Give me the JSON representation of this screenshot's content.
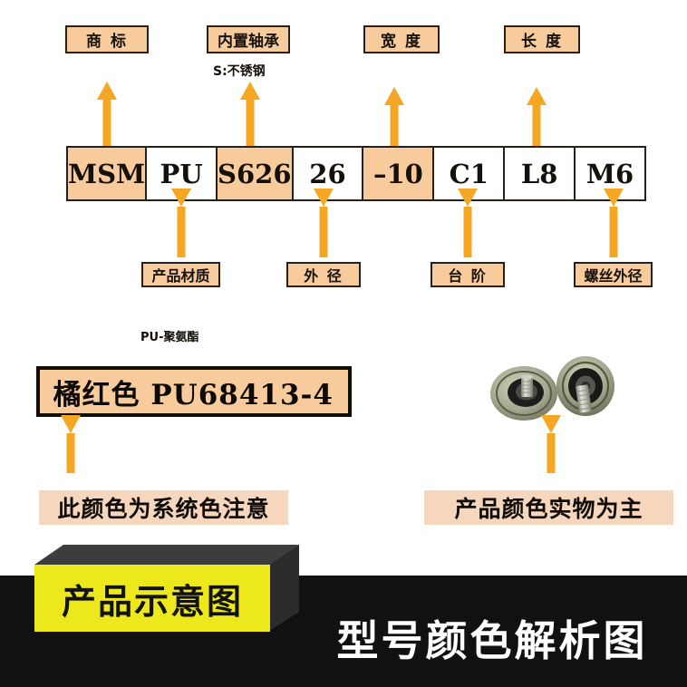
{
  "diagram": {
    "title": "型号颜色解析图",
    "accent_orange": "#f5a623",
    "box_fill": "#f8cb9c",
    "peach_fill": "#f6d6bd",
    "yellow_fill": "#ece81b",
    "banner_bg": "#111111"
  },
  "top_labels": [
    {
      "label": "商 标",
      "note": ""
    },
    {
      "label": "内置轴承",
      "note": "S:不锈钢"
    },
    {
      "label": "宽 度",
      "note": ""
    },
    {
      "label": "长 度",
      "note": ""
    }
  ],
  "code_cells": [
    {
      "text": "MSM",
      "highlighted": true
    },
    {
      "text": "PU",
      "highlighted": false
    },
    {
      "text": "S626",
      "highlighted": true
    },
    {
      "text": "26",
      "highlighted": false
    },
    {
      "text": "–10",
      "highlighted": true
    },
    {
      "text": "C1",
      "highlighted": false
    },
    {
      "text": "L8",
      "highlighted": false
    },
    {
      "text": "M6",
      "highlighted": false
    }
  ],
  "bottom_labels": [
    {
      "label": "产品材质"
    },
    {
      "label": "外 径"
    },
    {
      "label": "台 阶"
    },
    {
      "label": "螺丝外径"
    }
  ],
  "material_note": "PU-聚氨酯",
  "color_code": "橘红色  PU68413-4",
  "notes": [
    {
      "text": "此颜色为系统色注意"
    },
    {
      "text": "产品颜色实物为主"
    }
  ],
  "product_tag": "产品示意图",
  "footer_title": "型号颜色解析图"
}
